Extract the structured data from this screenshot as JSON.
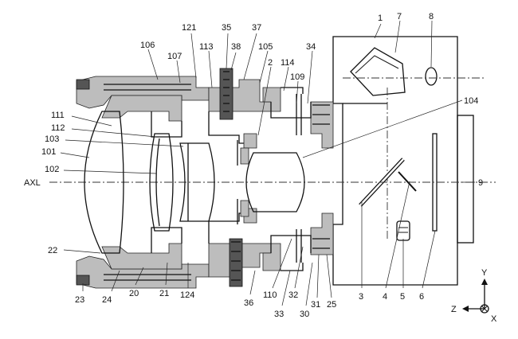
{
  "figure": {
    "axis_label": "AXL",
    "labels": {
      "l1": "1",
      "l7": "7",
      "l8": "8",
      "l121": "121",
      "l35": "35",
      "l37": "37",
      "l106": "106",
      "l107": "107",
      "l113": "113",
      "l38": "38",
      "l105": "105",
      "l34": "34",
      "l2": "2",
      "l114": "114",
      "l109": "109",
      "l104": "104",
      "l111": "111",
      "l112": "112",
      "l103": "103",
      "l101": "101",
      "l102": "102",
      "l9": "9",
      "l22": "22",
      "l23": "23",
      "l24": "24",
      "l20": "20",
      "l21": "21",
      "l124": "124",
      "l36": "36",
      "l110": "110",
      "l33": "33",
      "l32": "32",
      "l30": "30",
      "l31": "31",
      "l25": "25",
      "l3": "3",
      "l4": "4",
      "l5": "5",
      "l6": "6"
    },
    "coordinate_axes": {
      "y": "Y",
      "z": "Z",
      "x": "X"
    }
  }
}
